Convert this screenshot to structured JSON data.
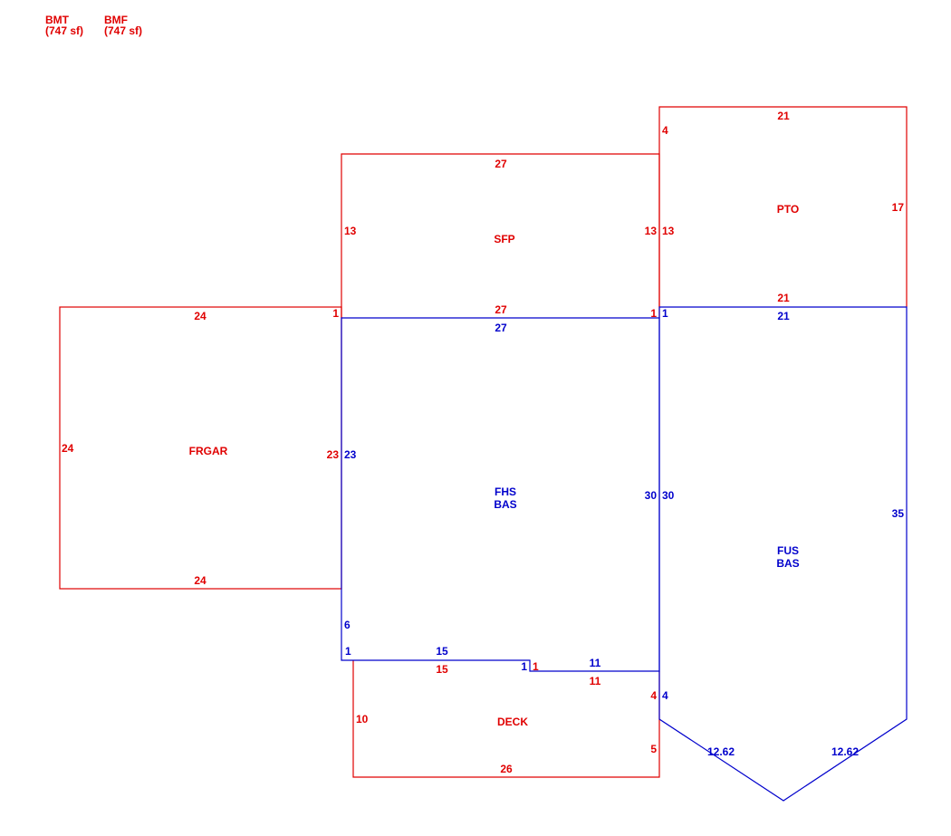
{
  "header_items": [
    {
      "code": "BMT",
      "area": "(747 sf)"
    },
    {
      "code": "BMF",
      "area": "(747 sf)"
    }
  ],
  "colors": {
    "outbuilding": "#e00000",
    "living": "#0000cc"
  },
  "areas": {
    "frgar": {
      "name": "FRGAR",
      "dims": {
        "top": "24",
        "left": "24",
        "bottom": "24",
        "right": "23",
        "corner": "1"
      }
    },
    "sfp": {
      "name": "SFP",
      "dims": {
        "top": "27",
        "bottom": "27",
        "left": "13",
        "right": "13",
        "corner": "1"
      }
    },
    "pto": {
      "name": "PTO",
      "dims": {
        "top": "21",
        "bottom": "21",
        "right": "17",
        "left": "13",
        "upper_left": "4"
      }
    },
    "fhs_bas": {
      "name_line1": "FHS",
      "name_line2": "BAS",
      "dims": {
        "top": "27",
        "left": "23",
        "right": "30",
        "left_lower": "6",
        "step_corner": "1",
        "bottom_a": "15",
        "step": "1",
        "bottom_b": "11"
      }
    },
    "fus_bas": {
      "name_line1": "FUS",
      "name_line2": "BAS",
      "dims": {
        "top": "21",
        "corner": "1",
        "left": "30",
        "right": "35",
        "left_lower": "4",
        "diag_left": "12.62",
        "diag_right": "12.62"
      }
    },
    "deck": {
      "name": "DECK",
      "dims": {
        "top_a": "15",
        "step": "1",
        "top_b": "11",
        "left": "10",
        "right_upper": "4",
        "right_lower": "5",
        "bottom": "26"
      }
    }
  }
}
